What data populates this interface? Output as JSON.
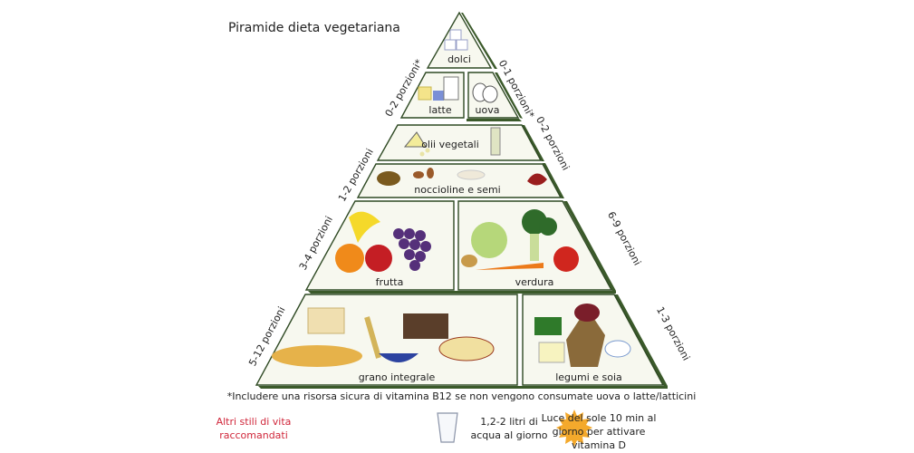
{
  "title": "Piramide dieta vegetariana",
  "tiers": {
    "dolci": "dolci",
    "latte": "latte",
    "uova": "uova",
    "olii": "olii vegetali",
    "noccioline": "noccioline e semi",
    "frutta": "frutta",
    "verdura": "verdura",
    "grano": "grano integrale",
    "legumi": "legumi e soia"
  },
  "portions": {
    "latte": "0-2 porzioni*",
    "uova": "0-1 porzioni*",
    "olii": "0-2 porzioni",
    "noccioline": "1-2 porzioni",
    "frutta": "3-4 porzioni",
    "verdura": "6-9 porzioni",
    "grano": "5-12 porzioni",
    "legumi": "1-3 porzioni"
  },
  "footnote": "*Includere una risorsa sicura di vitamina B12 se non vengono consumate uova o latte/latticini",
  "lifestyle": {
    "heading": "Altri stili di vita raccomandati",
    "water": "1,2-2 litri di acqua al giorno",
    "sun": "Luce del sole 10 min al giorno per attivare vitamina D"
  },
  "colors": {
    "border": "#2f4a24",
    "fill": "#f7f8ef",
    "accent_red": "#d0263a",
    "sun": "#f4a92c"
  }
}
